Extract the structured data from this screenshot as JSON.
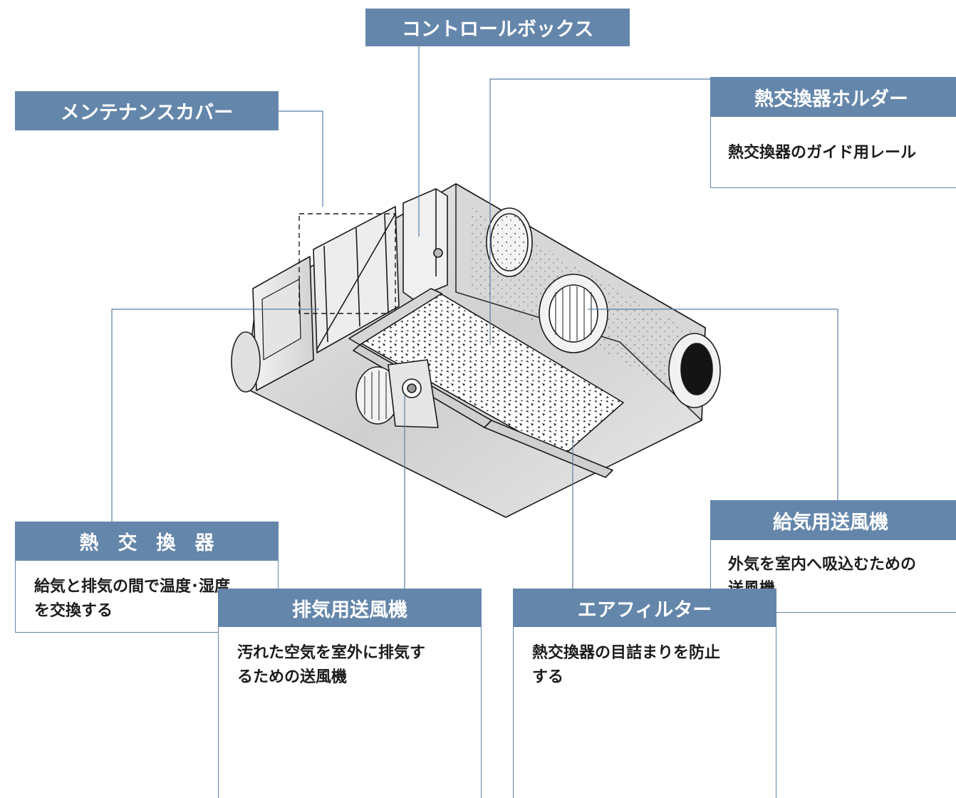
{
  "labels": {
    "control_box": "コントロールボックス",
    "maintenance_cover": "メンテナンスカバー",
    "hx_holder": "熱交換器ホルダー",
    "hx_holder_desc": "熱交換器のガイド用レール",
    "heat_exchanger": "熱　交　換　器",
    "heat_exchanger_desc": "給気と排気の間で温度･湿度\nを交換する",
    "supply_fan": "給気用送風機",
    "supply_fan_desc": "外気を室内へ吸込むための\n送風機",
    "exhaust_fan": "排気用送風機",
    "exhaust_fan_desc": "汚れた空気を室外に排気す\nるための送風機",
    "air_filter": "エアフィルター",
    "air_filter_desc": "熱交換器の目詰まりを防止\nする"
  },
  "colors": {
    "accent": "#6486ab",
    "line": "#5a7ea6",
    "text": "#1c1c1c"
  }
}
